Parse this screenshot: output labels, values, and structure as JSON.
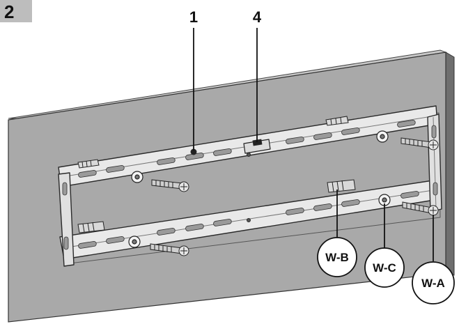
{
  "step_badge": "2",
  "callouts": {
    "c1": "1",
    "c4": "4",
    "wb": "W-B",
    "wc": "W-C",
    "wa": "W-A"
  },
  "colors": {
    "wall_face": "#a9a9a9",
    "wall_top": "#c8c8c8",
    "wall_side": "#6e6e6e",
    "bracket": "#e9e9e9",
    "bracket_edge": "#2a2a2a",
    "badge": "#bdbdbd"
  }
}
